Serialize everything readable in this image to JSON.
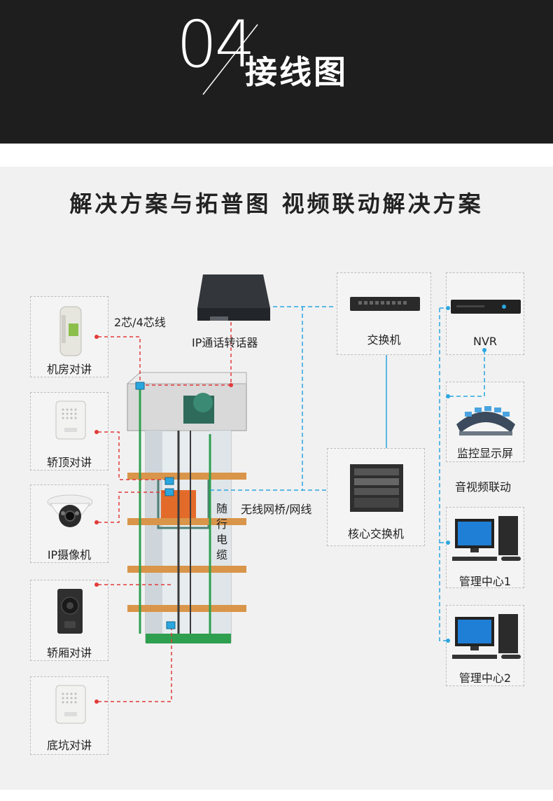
{
  "header": {
    "number": "04",
    "title": "接线图"
  },
  "main_title": "解决方案与拓普图  视频联动解决方案",
  "labels": {
    "wire_note": "2芯/4芯线",
    "ip_converter": "IP通话转话器",
    "switch": "交换机",
    "nvr": "NVR",
    "monitor_screen": "监控显示屏",
    "av_linkage": "音视频联动",
    "core_switch": "核心交换机",
    "wireless_bridge": "无线网桥/网线",
    "trailing_cable": "随行电缆",
    "mgmt_center_1": "管理中心1",
    "mgmt_center_2": "管理中心2"
  },
  "left_devices": [
    {
      "label": "机房对讲",
      "icon": "machine-room-intercom-icon"
    },
    {
      "label": "轿顶对讲",
      "icon": "car-top-intercom-icon"
    },
    {
      "label": "IP摄像机",
      "icon": "ip-camera-icon"
    },
    {
      "label": "轿厢对讲",
      "icon": "car-intercom-icon"
    },
    {
      "label": "底坑对讲",
      "icon": "pit-intercom-icon"
    }
  ],
  "colors": {
    "header_bg": "#1e1e1e",
    "panel_bg": "#f1f1f1",
    "red_wire": "#e23a3a",
    "blue_wire": "#2aa6df",
    "shaft_green": "#2e9f4f",
    "floor_orange": "#d9954a"
  }
}
